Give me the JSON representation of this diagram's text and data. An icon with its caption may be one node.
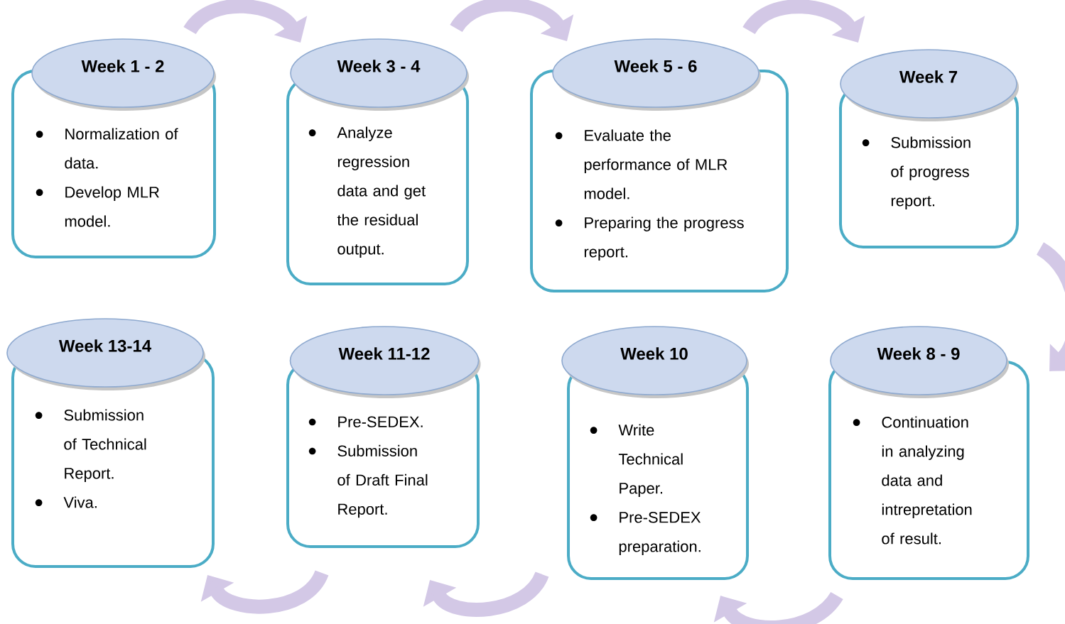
{
  "diagram": {
    "nodes": [
      {
        "text": [
          "Week 1 - 2",
          "Normalization of data.",
          "Develop MLR model."
        ]
      },
      {
        "text": [
          "Week 3 - 4",
          "Analyze regression data and get the residual output."
        ]
      },
      {
        "text": [
          "Week 5 - 6",
          "Evaluate the performance of MLR model.",
          "Preparing the progress report."
        ]
      },
      {
        "text": [
          "Week 7",
          "Submission of progress report."
        ]
      },
      {
        "text": [
          "Week 13-14",
          "Submission of Technical Report.",
          "Viva."
        ]
      },
      {
        "text": [
          "Week 11-12",
          "Pre-SEDEX.",
          "Submission of Draft Final Report."
        ]
      },
      {
        "text": [
          "Week 10",
          "Write Technical Paper.",
          "Pre-SEDEX preparation."
        ]
      },
      {
        "text": [
          "Week 8 - 9",
          "Continuation in analyzing data and intrepretation of result."
        ]
      }
    ],
    "edges": [
      {
        "from": 0,
        "to": 1,
        "arrow": "to"
      },
      {
        "from": 1,
        "to": 2,
        "arrow": "to"
      },
      {
        "from": 2,
        "to": 3,
        "arrow": "to"
      },
      {
        "from": 3,
        "to": 7,
        "arrow": "to"
      },
      {
        "from": 7,
        "to": 6,
        "arrow": "to"
      },
      {
        "from": 6,
        "to": 5,
        "arrow": "to"
      },
      {
        "from": 5,
        "to": 4,
        "arrow": "to"
      }
    ]
  }
}
